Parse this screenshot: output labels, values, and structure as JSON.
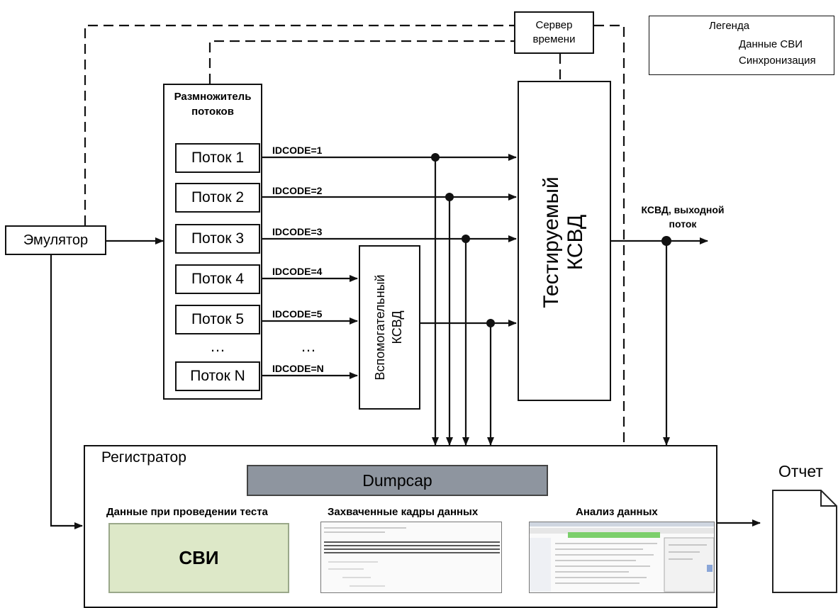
{
  "legend": {
    "title": "Легенда",
    "data_label": "Данные СВИ",
    "sync_label": "Синхронизация"
  },
  "time_server": {
    "line1": "Сервер",
    "line2": "времени"
  },
  "emulator": {
    "label": "Эмулятор"
  },
  "multiplexer": {
    "title_line1": "Размножитель",
    "title_line2": "потоков",
    "streams": [
      "Поток 1",
      "Поток 2",
      "Поток 3",
      "Поток 4",
      "Поток 5",
      "Поток N"
    ],
    "ellipsis": "…"
  },
  "idcodes": [
    "IDCODE=1",
    "IDCODE=2",
    "IDCODE=3",
    "IDCODE=4",
    "IDCODE=5",
    "IDCODE=N"
  ],
  "idcode_ellipsis": "…",
  "aux_pdc": {
    "line1": "Вспомогательный",
    "line2": "КСВД"
  },
  "tested_pdc": {
    "line1": "Тестируемый",
    "line2": "КСВД"
  },
  "output": {
    "line1": "КСВД, выходной",
    "line2": "поток"
  },
  "recorder": {
    "title": "Регистратор",
    "dumpcap": "Dumpcap",
    "test_data_label": "Данные при проведении теста",
    "pmu_label": "СВИ",
    "captured_label": "Захваченные кадры данных",
    "analysis_label": "Анализ данных"
  },
  "report": {
    "label": "Отчет"
  },
  "colors": {
    "dumpcap_fill": "#8e959f",
    "pmu_fill": "#dde8c8",
    "line": "#111111"
  }
}
